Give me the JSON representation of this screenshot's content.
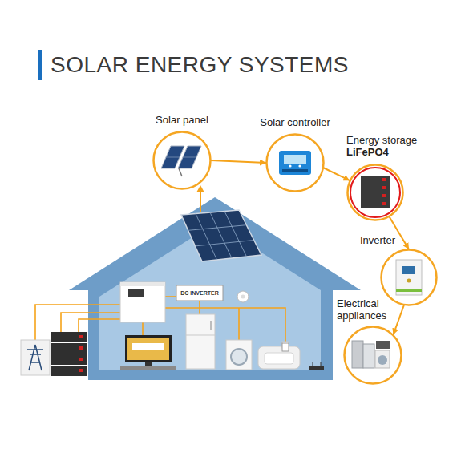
{
  "diagram": {
    "title": "SOLAR ENERGY SYSTEMS",
    "nodes": [
      {
        "text": [
          "Solar panel"
        ]
      },
      {
        "text": [
          "Solar controller"
        ]
      },
      {
        "text": [
          "Energy storage",
          "LiFePO4"
        ]
      },
      {
        "text": [
          "Inverter"
        ]
      },
      {
        "text": [
          "Electrical appliances"
        ]
      }
    ],
    "edges": [
      {
        "from": 0,
        "to": 1,
        "arrow": "to"
      },
      {
        "from": 1,
        "to": 2,
        "arrow": "to"
      },
      {
        "from": 2,
        "to": 3,
        "arrow": "to"
      },
      {
        "from": 3,
        "to": 4,
        "arrow": "to"
      }
    ],
    "labels": [
      "DC INVERTER"
    ]
  }
}
